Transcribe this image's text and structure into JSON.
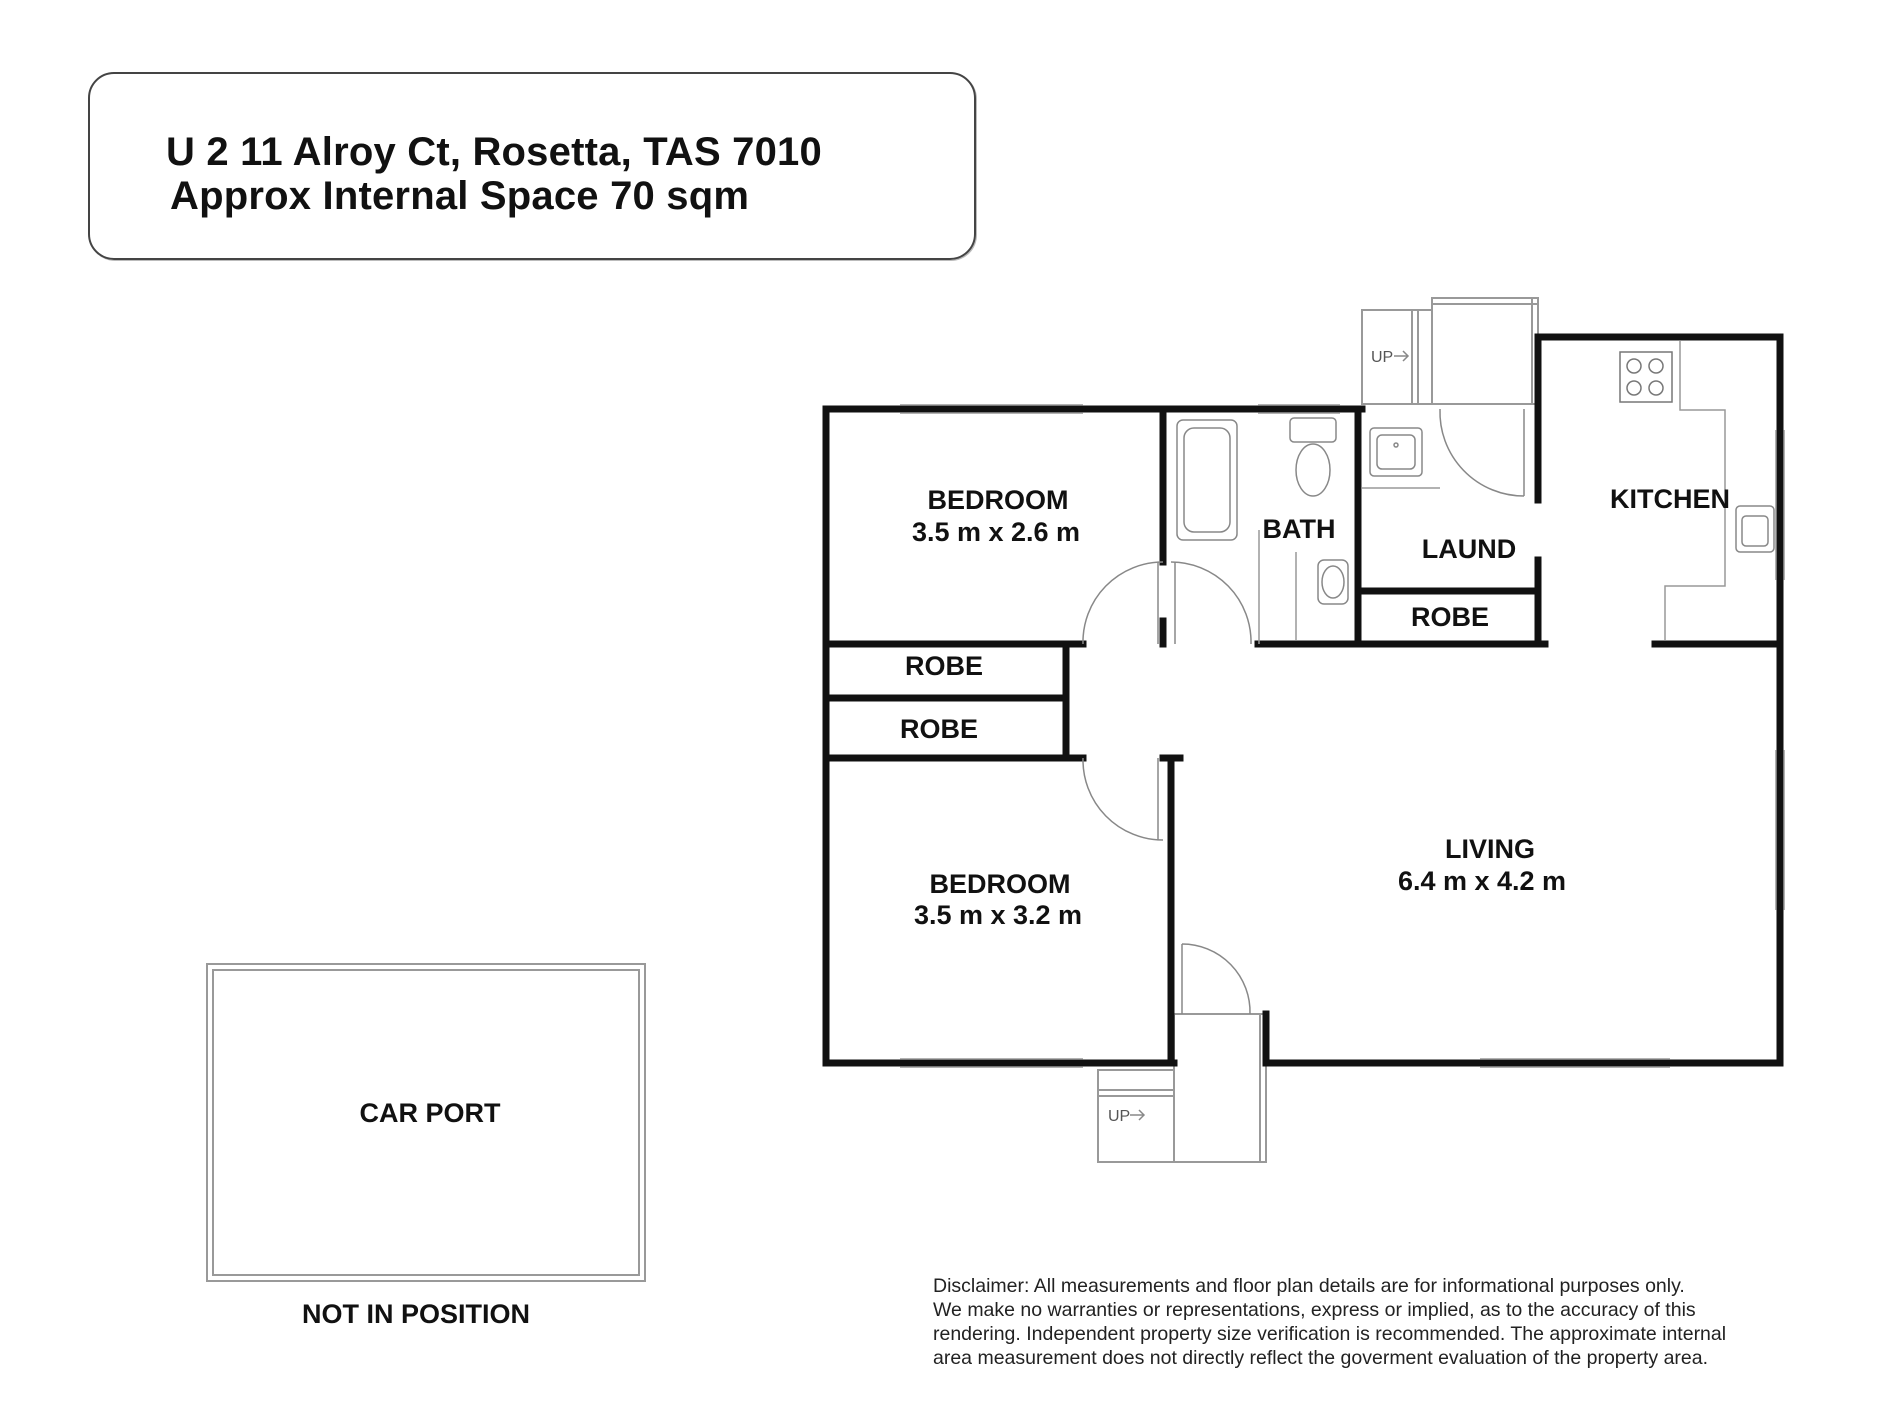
{
  "header": {
    "address": "U 2 11 Alroy Ct, Rosetta, TAS 7010",
    "area": "Approx Internal Space 70 sqm"
  },
  "rooms": {
    "bedroom1": {
      "name": "BEDROOM",
      "size": "3.5 m x 2.6 m"
    },
    "bedroom2": {
      "name": "BEDROOM",
      "size": "3.5 m x 3.2 m"
    },
    "bath": {
      "name": "BATH"
    },
    "laundry": {
      "name": "LAUND"
    },
    "kitchen": {
      "name": "KITCHEN"
    },
    "living": {
      "name": "LIVING",
      "size": "6.4 m x 4.2 m"
    },
    "robe1": {
      "name": "ROBE"
    },
    "robe2": {
      "name": "ROBE"
    },
    "robe3": {
      "name": "ROBE"
    }
  },
  "stairs": {
    "up_rear": "UP",
    "up_front": "UP"
  },
  "carport": {
    "name": "CAR PORT",
    "note": "NOT IN POSITION"
  },
  "disclaimer": {
    "lines": [
      "Disclaimer: All measurements and floor plan details are for informational purposes only.",
      "We  make no warranties or representations, express or implied, as to the accuracy of this",
      "rendering. Independent property size verification is recommended. The approximate internal",
      "area measurement does not directly reflect the goverment evaluation of the property area."
    ]
  },
  "colors": {
    "wall": "#111111",
    "fixture": "#777777",
    "window": "#999999"
  }
}
